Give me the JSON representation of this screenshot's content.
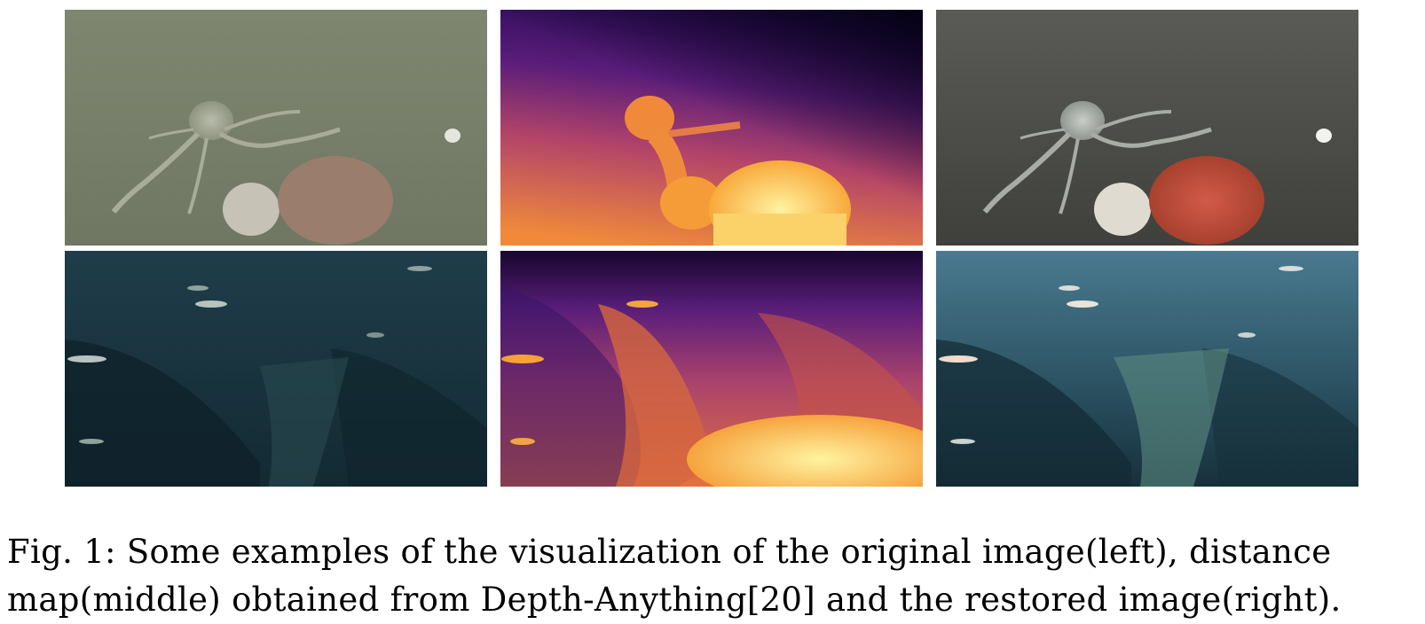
{
  "figure": {
    "caption": {
      "label": "Fig. 1:",
      "text_line1": "Some examples of the visualization of the original image(left), distance",
      "text_line2": "map(middle) obtained from Depth-Anything[20] and the restored image(right)."
    },
    "columns": [
      "original image",
      "distance map",
      "restored image"
    ],
    "rows": [
      "octopus scene",
      "fish reef scene"
    ]
  }
}
